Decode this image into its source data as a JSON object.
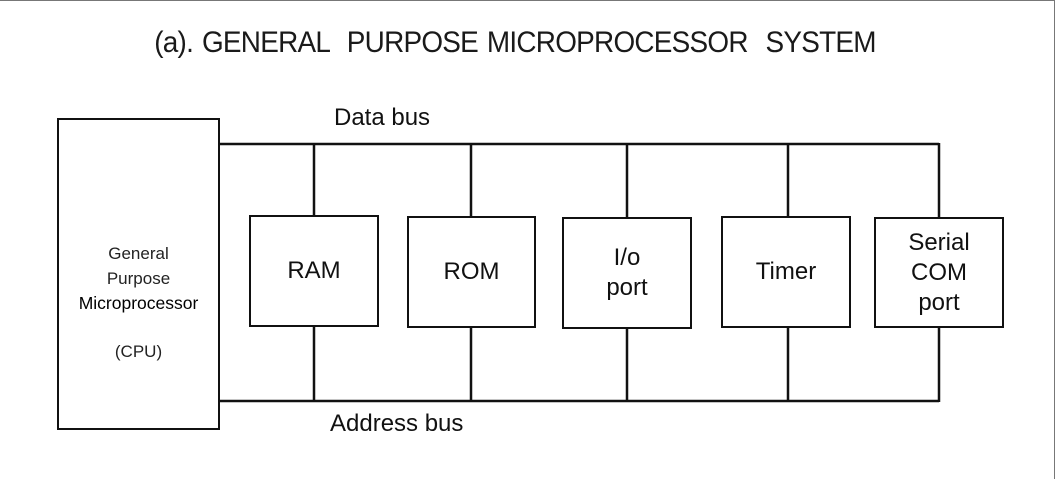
{
  "title": "(a). GENERAL  PURPOSE MICROPROCESSOR  SYSTEM",
  "cpu": {
    "line1": "General",
    "line2": "Purpose",
    "line3": "Microprocessor",
    "line4": "(CPU)"
  },
  "buses": {
    "data": "Data bus",
    "address": "Address bus"
  },
  "components": [
    {
      "id": "ram",
      "lines": [
        "RAM"
      ]
    },
    {
      "id": "rom",
      "lines": [
        "ROM"
      ]
    },
    {
      "id": "io-port",
      "lines": [
        "I/o",
        "port"
      ]
    },
    {
      "id": "timer",
      "lines": [
        "Timer"
      ]
    },
    {
      "id": "serial-com-port",
      "lines": [
        "Serial",
        "COM",
        "port"
      ]
    }
  ]
}
